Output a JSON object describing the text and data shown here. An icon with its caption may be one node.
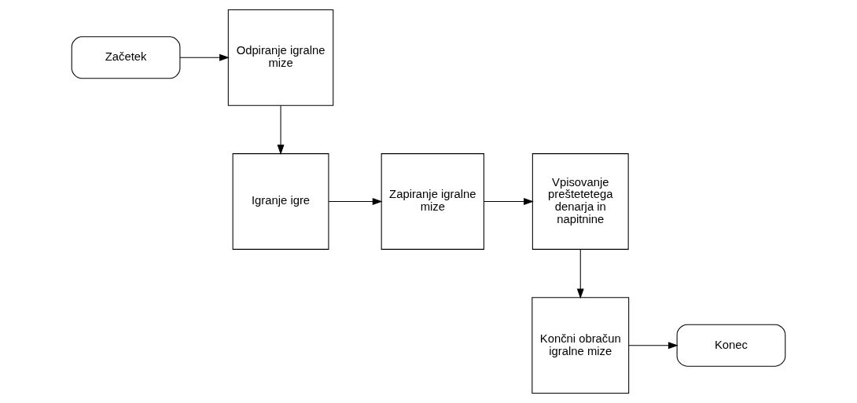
{
  "diagram": {
    "nodes": [
      {
        "text": [
          "Začetek"
        ]
      },
      {
        "text": [
          "Odpiranje igralne mize"
        ]
      },
      {
        "text": [
          "Igranje igre"
        ]
      },
      {
        "text": [
          "Zapiranje igralne mize"
        ]
      },
      {
        "text": [
          "Vpisovanje preštetetega denarja in napitnine"
        ]
      },
      {
        "text": [
          "Končni obračun igralne mize"
        ]
      },
      {
        "text": [
          "Konec"
        ]
      }
    ],
    "edges": [
      {
        "from": 0,
        "to": 1,
        "arrow": "to"
      },
      {
        "from": 1,
        "to": 2,
        "arrow": "to"
      },
      {
        "from": 2,
        "to": 3,
        "arrow": "to"
      },
      {
        "from": 3,
        "to": 4,
        "arrow": "to"
      },
      {
        "from": 4,
        "to": 5,
        "arrow": "to"
      },
      {
        "from": 5,
        "to": 6,
        "arrow": "to"
      }
    ]
  }
}
